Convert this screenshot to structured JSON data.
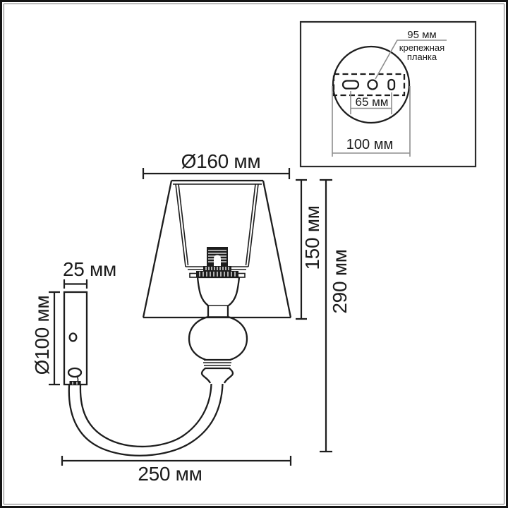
{
  "drawing": {
    "shade_diameter": "Ø160 мм",
    "shade_height": "150 мм",
    "total_height": "290 мм",
    "bracket_width": "25 мм",
    "bracket_length": "Ø100 мм",
    "projection_depth": "250 мм"
  },
  "inset": {
    "plate_dimension": "95 мм",
    "mount_label_line1": "крепежная",
    "mount_label_line2": "планка",
    "hole_spacing": "65 мм",
    "plate_width": "100 мм"
  },
  "colors": {
    "line": "#1d1d1d",
    "dimension_gray": "#8d8d8d",
    "background": "#ffffff"
  }
}
